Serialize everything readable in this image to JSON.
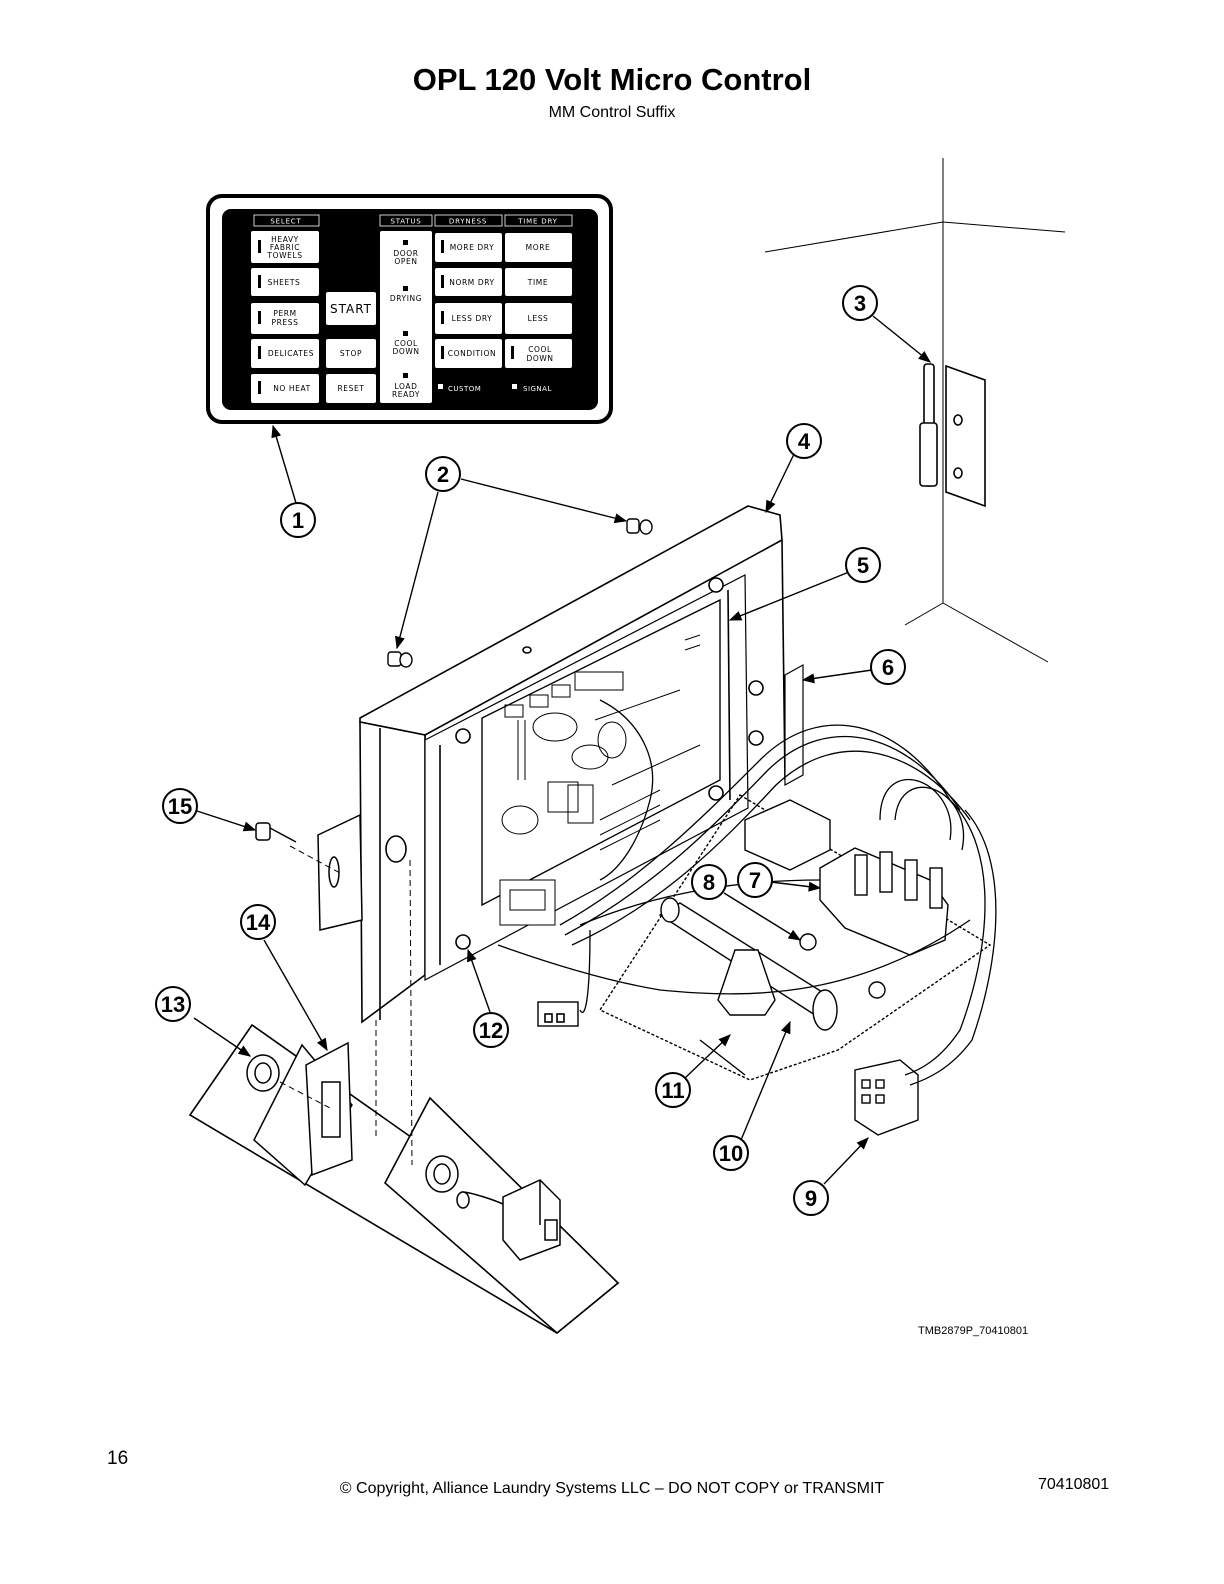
{
  "header": {
    "title": "OPL 120 Volt Micro Control",
    "subtitle": "MM Control Suffix"
  },
  "panel": {
    "headers": {
      "select": "SELECT",
      "status": "STATUS",
      "dryness": "DRYNESS",
      "time_dry": "TIME DRY"
    },
    "select_buttons": [
      [
        "HEAVY",
        "FABRIC",
        "TOWELS"
      ],
      [
        "SHEETS"
      ],
      [
        "PERM",
        "PRESS"
      ],
      [
        "DELICATES"
      ],
      [
        "NO HEAT"
      ]
    ],
    "start": "START",
    "stop": "STOP",
    "reset": "RESET",
    "status_lights": [
      [
        "DOOR",
        "OPEN"
      ],
      [
        "DRYING"
      ],
      [
        "COOL",
        "DOWN"
      ],
      [
        "LOAD",
        "READY"
      ]
    ],
    "dryness_buttons": [
      "MORE DRY",
      "NORM DRY",
      "LESS DRY",
      "CONDITION"
    ],
    "custom": "CUSTOM",
    "time_buttons": [
      "MORE",
      "TIME",
      "LESS"
    ],
    "time_cool": [
      "COOL",
      "DOWN"
    ],
    "signal": "SIGNAL"
  },
  "callouts": [
    "1",
    "2",
    "3",
    "4",
    "5",
    "6",
    "7",
    "8",
    "9",
    "10",
    "11",
    "12",
    "13",
    "14",
    "15"
  ],
  "figure_code": "TMB2879P_70410801",
  "footer": {
    "page_number": "16",
    "copyright": "© Copyright, Alliance Laundry Systems LLC – DO NOT COPY or TRANSMIT",
    "doc_number": "70410801"
  }
}
